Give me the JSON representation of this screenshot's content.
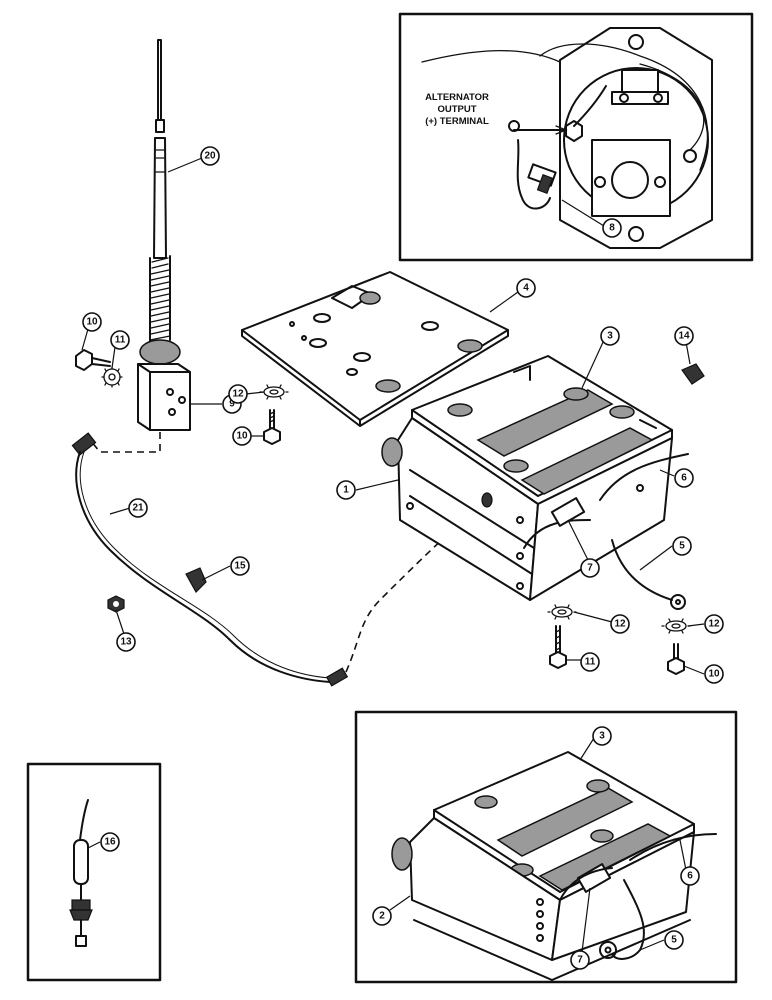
{
  "inset_alternator": {
    "label_lines": [
      "ALTERNATOR",
      "OUTPUT",
      "(+) TERMINAL"
    ]
  },
  "callouts": {
    "c1": "1",
    "c2": "2",
    "c3_main": "3",
    "c3_inset": "3",
    "c4": "4",
    "c5_main": "5",
    "c5_inset": "5",
    "c6_main": "6",
    "c6_inset": "6",
    "c7_main": "7",
    "c7_inset": "7",
    "c8": "8",
    "c9": "9",
    "c10_top": "10",
    "c10_mid": "10",
    "c10_right": "10",
    "c11_top": "11",
    "c11_bottom": "11",
    "c12_top": "12",
    "c12_mid": "12",
    "c12_right": "12",
    "c13": "13",
    "c14": "14",
    "c15": "15",
    "c16": "16",
    "c20": "20",
    "c21": "21"
  }
}
